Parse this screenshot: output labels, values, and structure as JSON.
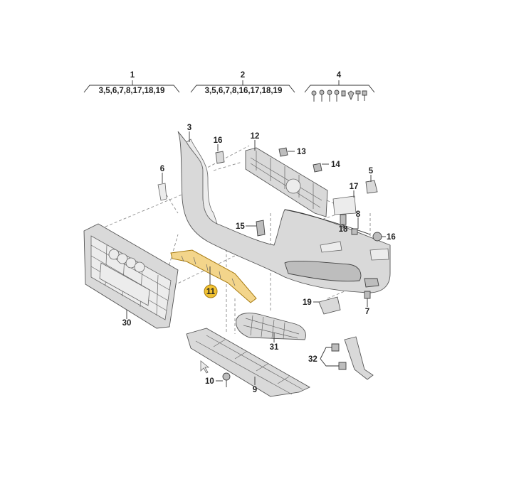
{
  "groups": [
    {
      "id": "1",
      "contents": "3,5,6,7,8,17,18,19"
    },
    {
      "id": "2",
      "contents": "3,5,6,7,8,16,17,18,19"
    },
    {
      "id": "4",
      "contents": ""
    }
  ],
  "callouts": {
    "c3": "3",
    "c16a": "16",
    "c12": "12",
    "c13": "13",
    "c14": "14",
    "c6": "6",
    "c5": "5",
    "c17": "17",
    "c8": "8",
    "c15": "15",
    "c18": "18",
    "c16b": "16",
    "c11": "11",
    "c30": "30",
    "c19": "19",
    "c7": "7",
    "c31": "31",
    "c32": "32",
    "c10": "10",
    "c9": "9"
  },
  "colors": {
    "highlight_fill": "#f3d58b",
    "highlight_stroke": "#a67a10",
    "badge": "#f1c232"
  }
}
